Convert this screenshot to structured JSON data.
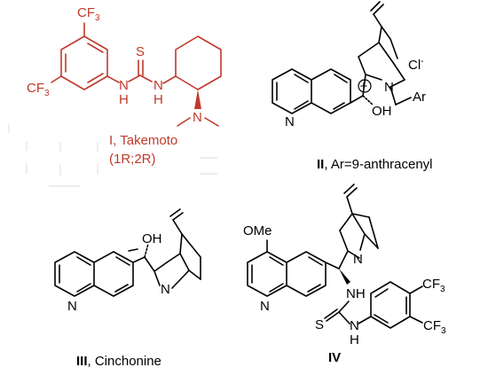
{
  "compound_I": {
    "cf3_top": "CF",
    "cf3_left": "CF",
    "three": "3",
    "s": "S",
    "n1": "N",
    "h1": "H",
    "n2": "N",
    "h2": "H",
    "nme2": "N",
    "caption_num": "I",
    "caption_name": ", Takemoto",
    "caption_config": "(1R;2R)"
  },
  "compound_II": {
    "counterion": "Cl",
    "minus": "-",
    "n_quin": "N",
    "n_plus": "N",
    "plus": "+",
    "oh": "OH",
    "ar": "Ar",
    "caption_num": "II",
    "caption_rest": ", Ar=9-anthracenyl"
  },
  "compound_III": {
    "oh": "OH",
    "n_quin": "N",
    "n_quinuc": "N",
    "caption_num": "III",
    "caption_rest": ", Cinchonine"
  },
  "compound_IV": {
    "ome": "OMe",
    "n_quin": "N",
    "n_quinuc": "N",
    "nh": "NH",
    "s": "S",
    "n": "N",
    "h": "H",
    "cf3_top": "CF",
    "cf3_right": "CF",
    "three": "3",
    "caption_num": "IV"
  }
}
